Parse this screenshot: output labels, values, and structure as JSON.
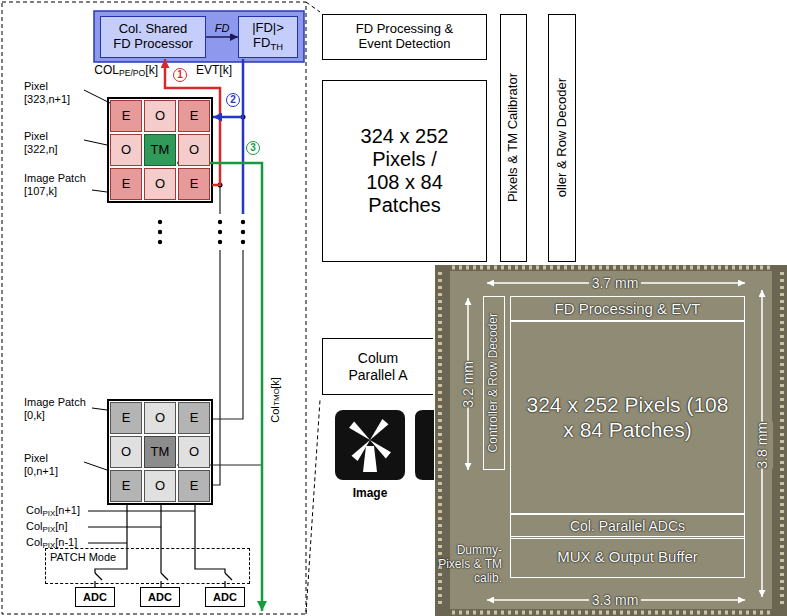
{
  "diagram": {
    "nodes": [
      {
        "text": [
          "Col. Shared FD Processor"
        ]
      },
      {
        "text": [
          "|FD|>",
          "FD",
          "TH"
        ]
      },
      {
        "text": [
          "E"
        ]
      },
      {
        "text": [
          "O"
        ]
      },
      {
        "text": [
          "E"
        ]
      },
      {
        "text": [
          "O"
        ]
      },
      {
        "text": [
          "TM"
        ]
      },
      {
        "text": [
          "O"
        ]
      },
      {
        "text": [
          "E"
        ]
      },
      {
        "text": [
          "O"
        ]
      },
      {
        "text": [
          "E"
        ]
      },
      {
        "text": [
          "E"
        ]
      },
      {
        "text": [
          "O"
        ]
      },
      {
        "text": [
          "E"
        ]
      },
      {
        "text": [
          "O"
        ]
      },
      {
        "text": [
          "TM"
        ]
      },
      {
        "text": [
          "O"
        ]
      },
      {
        "text": [
          "E"
        ]
      },
      {
        "text": [
          "O"
        ]
      },
      {
        "text": [
          "E"
        ]
      },
      {
        "text": [
          "ADC"
        ]
      },
      {
        "text": [
          "ADC"
        ]
      },
      {
        "text": [
          "ADC"
        ]
      },
      {
        "text": [
          "PATCH Mode"
        ]
      },
      {
        "text": [
          "FD Processing & Event Detection"
        ]
      },
      {
        "text": [
          "324 x 252 Pixels / 108 x 84 Patches"
        ]
      },
      {
        "text": [
          "Pixels & TM Calibrator"
        ]
      },
      {
        "text": [
          "oller & Row Decoder"
        ]
      },
      {
        "text": [
          "Colum Parallel A"
        ]
      },
      {
        "text": [
          "FD Processing & EVT"
        ]
      },
      {
        "text": [
          "Controller & Row Decoder"
        ]
      },
      {
        "text": [
          "324 x 252 Pixels (108 x 84 Patches)"
        ]
      },
      {
        "text": [
          "Col. Parallel ADCs"
        ]
      },
      {
        "text": [
          "MUX & Output Buffer"
        ]
      }
    ],
    "edges": [
      {
        "from": 0,
        "to": 1,
        "arrow": "to",
        "label": "FD"
      }
    ],
    "labels": [
      "COL",
      "PE/PO",
      "[k]",
      "EVT[k]",
      "1",
      "2",
      "3",
      "Pixel [323,n+1]",
      "Pixel [322,n]",
      "Image Patch [107,k]",
      "Image Patch [0,k]",
      "Pixel [0,n+1]",
      "Col",
      "PIX",
      "[n+1]",
      "Col",
      "PIX",
      "[n]",
      "Col",
      "PIX",
      "[n-1]",
      "Col",
      "TMO",
      "[k]",
      "Image",
      "3.7 mm",
      "3.2 mm",
      "3.8 mm",
      "3.3 mm",
      "Dummy- Pixels & TM calib."
    ]
  }
}
